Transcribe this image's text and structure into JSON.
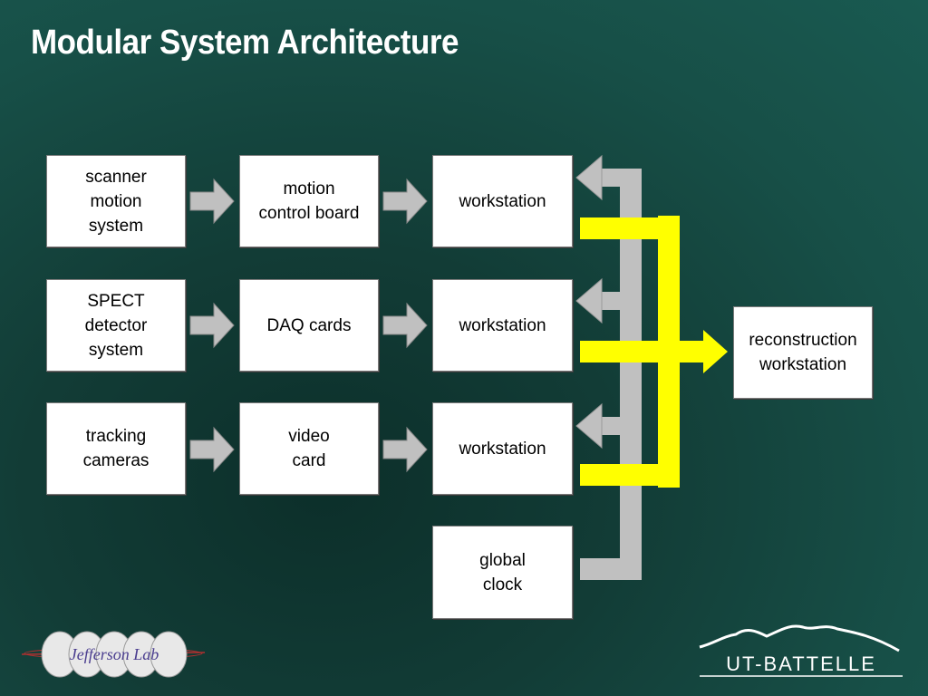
{
  "title": "Modular System Architecture",
  "colors": {
    "gray_arrow": "#c0c0c0",
    "yellow_bus": "#ffff00",
    "box_fill": "#ffffff"
  },
  "boxes": {
    "scanner": "scanner\nmotion\nsystem",
    "motion_board": "motion\ncontrol board",
    "workstation_1": "workstation",
    "spect": "SPECT\ndetector\nsystem",
    "daq": "DAQ cards",
    "workstation_2": "workstation",
    "tracking": "tracking\ncameras",
    "video": "video\ncard",
    "workstation_3": "workstation",
    "clock": "global\nclock",
    "recon": "reconstruction\nworkstation"
  },
  "logos": {
    "jlab": "Jefferson Lab",
    "utb": "UT-BATTELLE"
  }
}
